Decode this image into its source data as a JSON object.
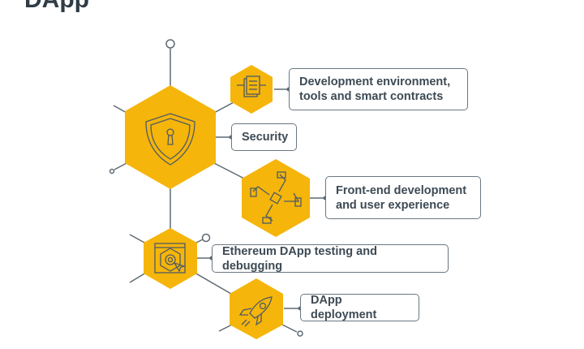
{
  "title": "DApp",
  "colors": {
    "hex": "#F5B50A",
    "line": "#5d6a73",
    "text": "#3d4a54"
  },
  "nodes": [
    {
      "icon": "code-document-icon",
      "label": "Development environment, tools and smart contracts"
    },
    {
      "icon": "shield-lock-icon",
      "label": "Security"
    },
    {
      "icon": "hands-cube-icon",
      "label": "Front-end development and user experience"
    },
    {
      "icon": "gear-window-icon",
      "label": "Ethereum DApp testing and debugging"
    },
    {
      "icon": "rocket-icon",
      "label": "DApp deployment"
    }
  ]
}
